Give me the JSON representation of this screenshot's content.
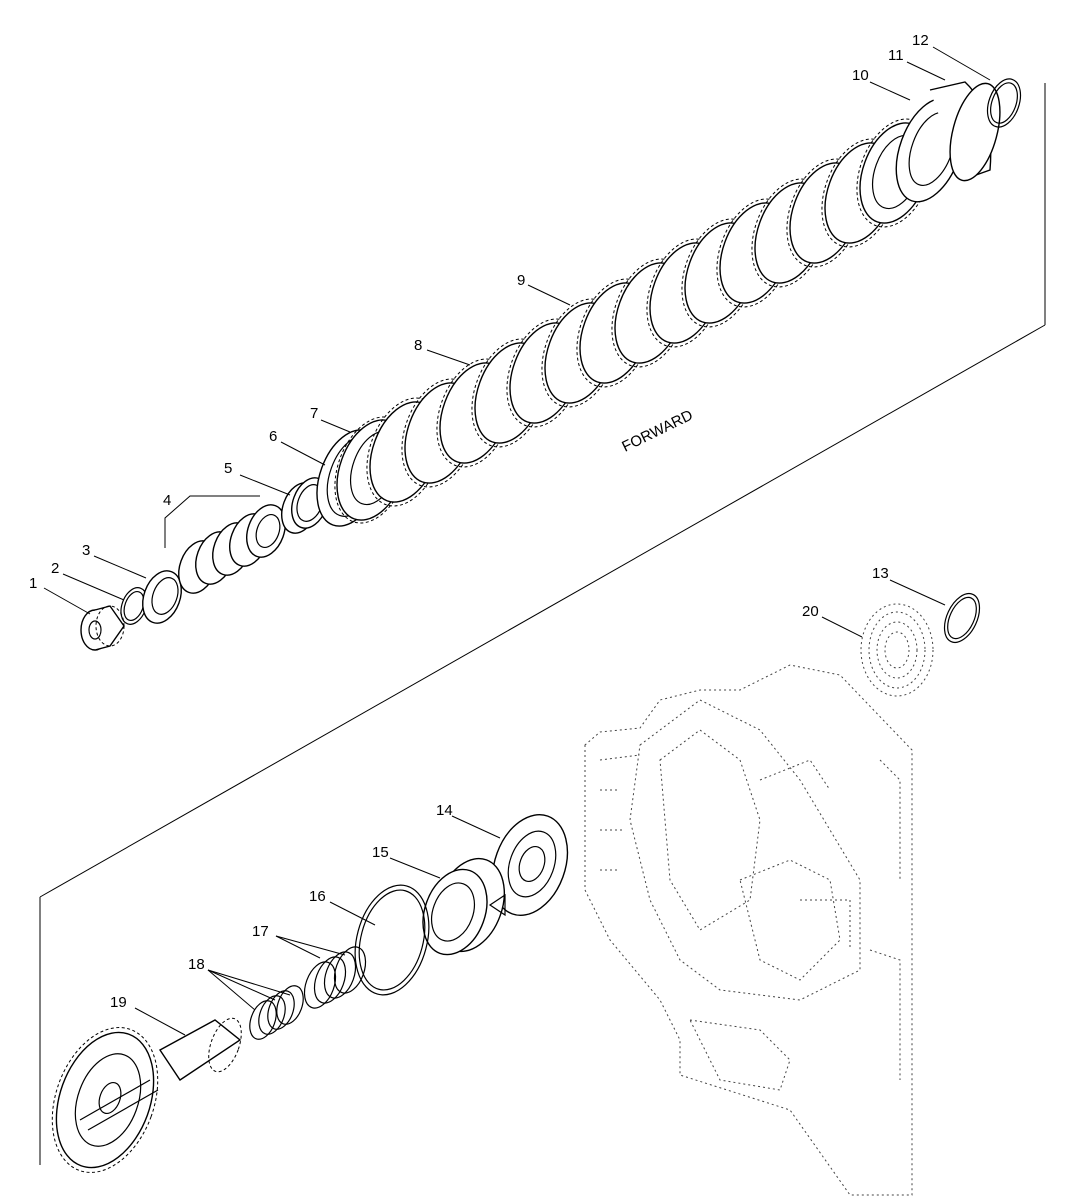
{
  "diagram": {
    "forward_label": "FORWARD",
    "callouts": [
      "1",
      "2",
      "3",
      "4",
      "5",
      "6",
      "7",
      "8",
      "9",
      "10",
      "11",
      "12",
      "13",
      "14",
      "15",
      "16",
      "17",
      "18",
      "19",
      "20"
    ]
  }
}
